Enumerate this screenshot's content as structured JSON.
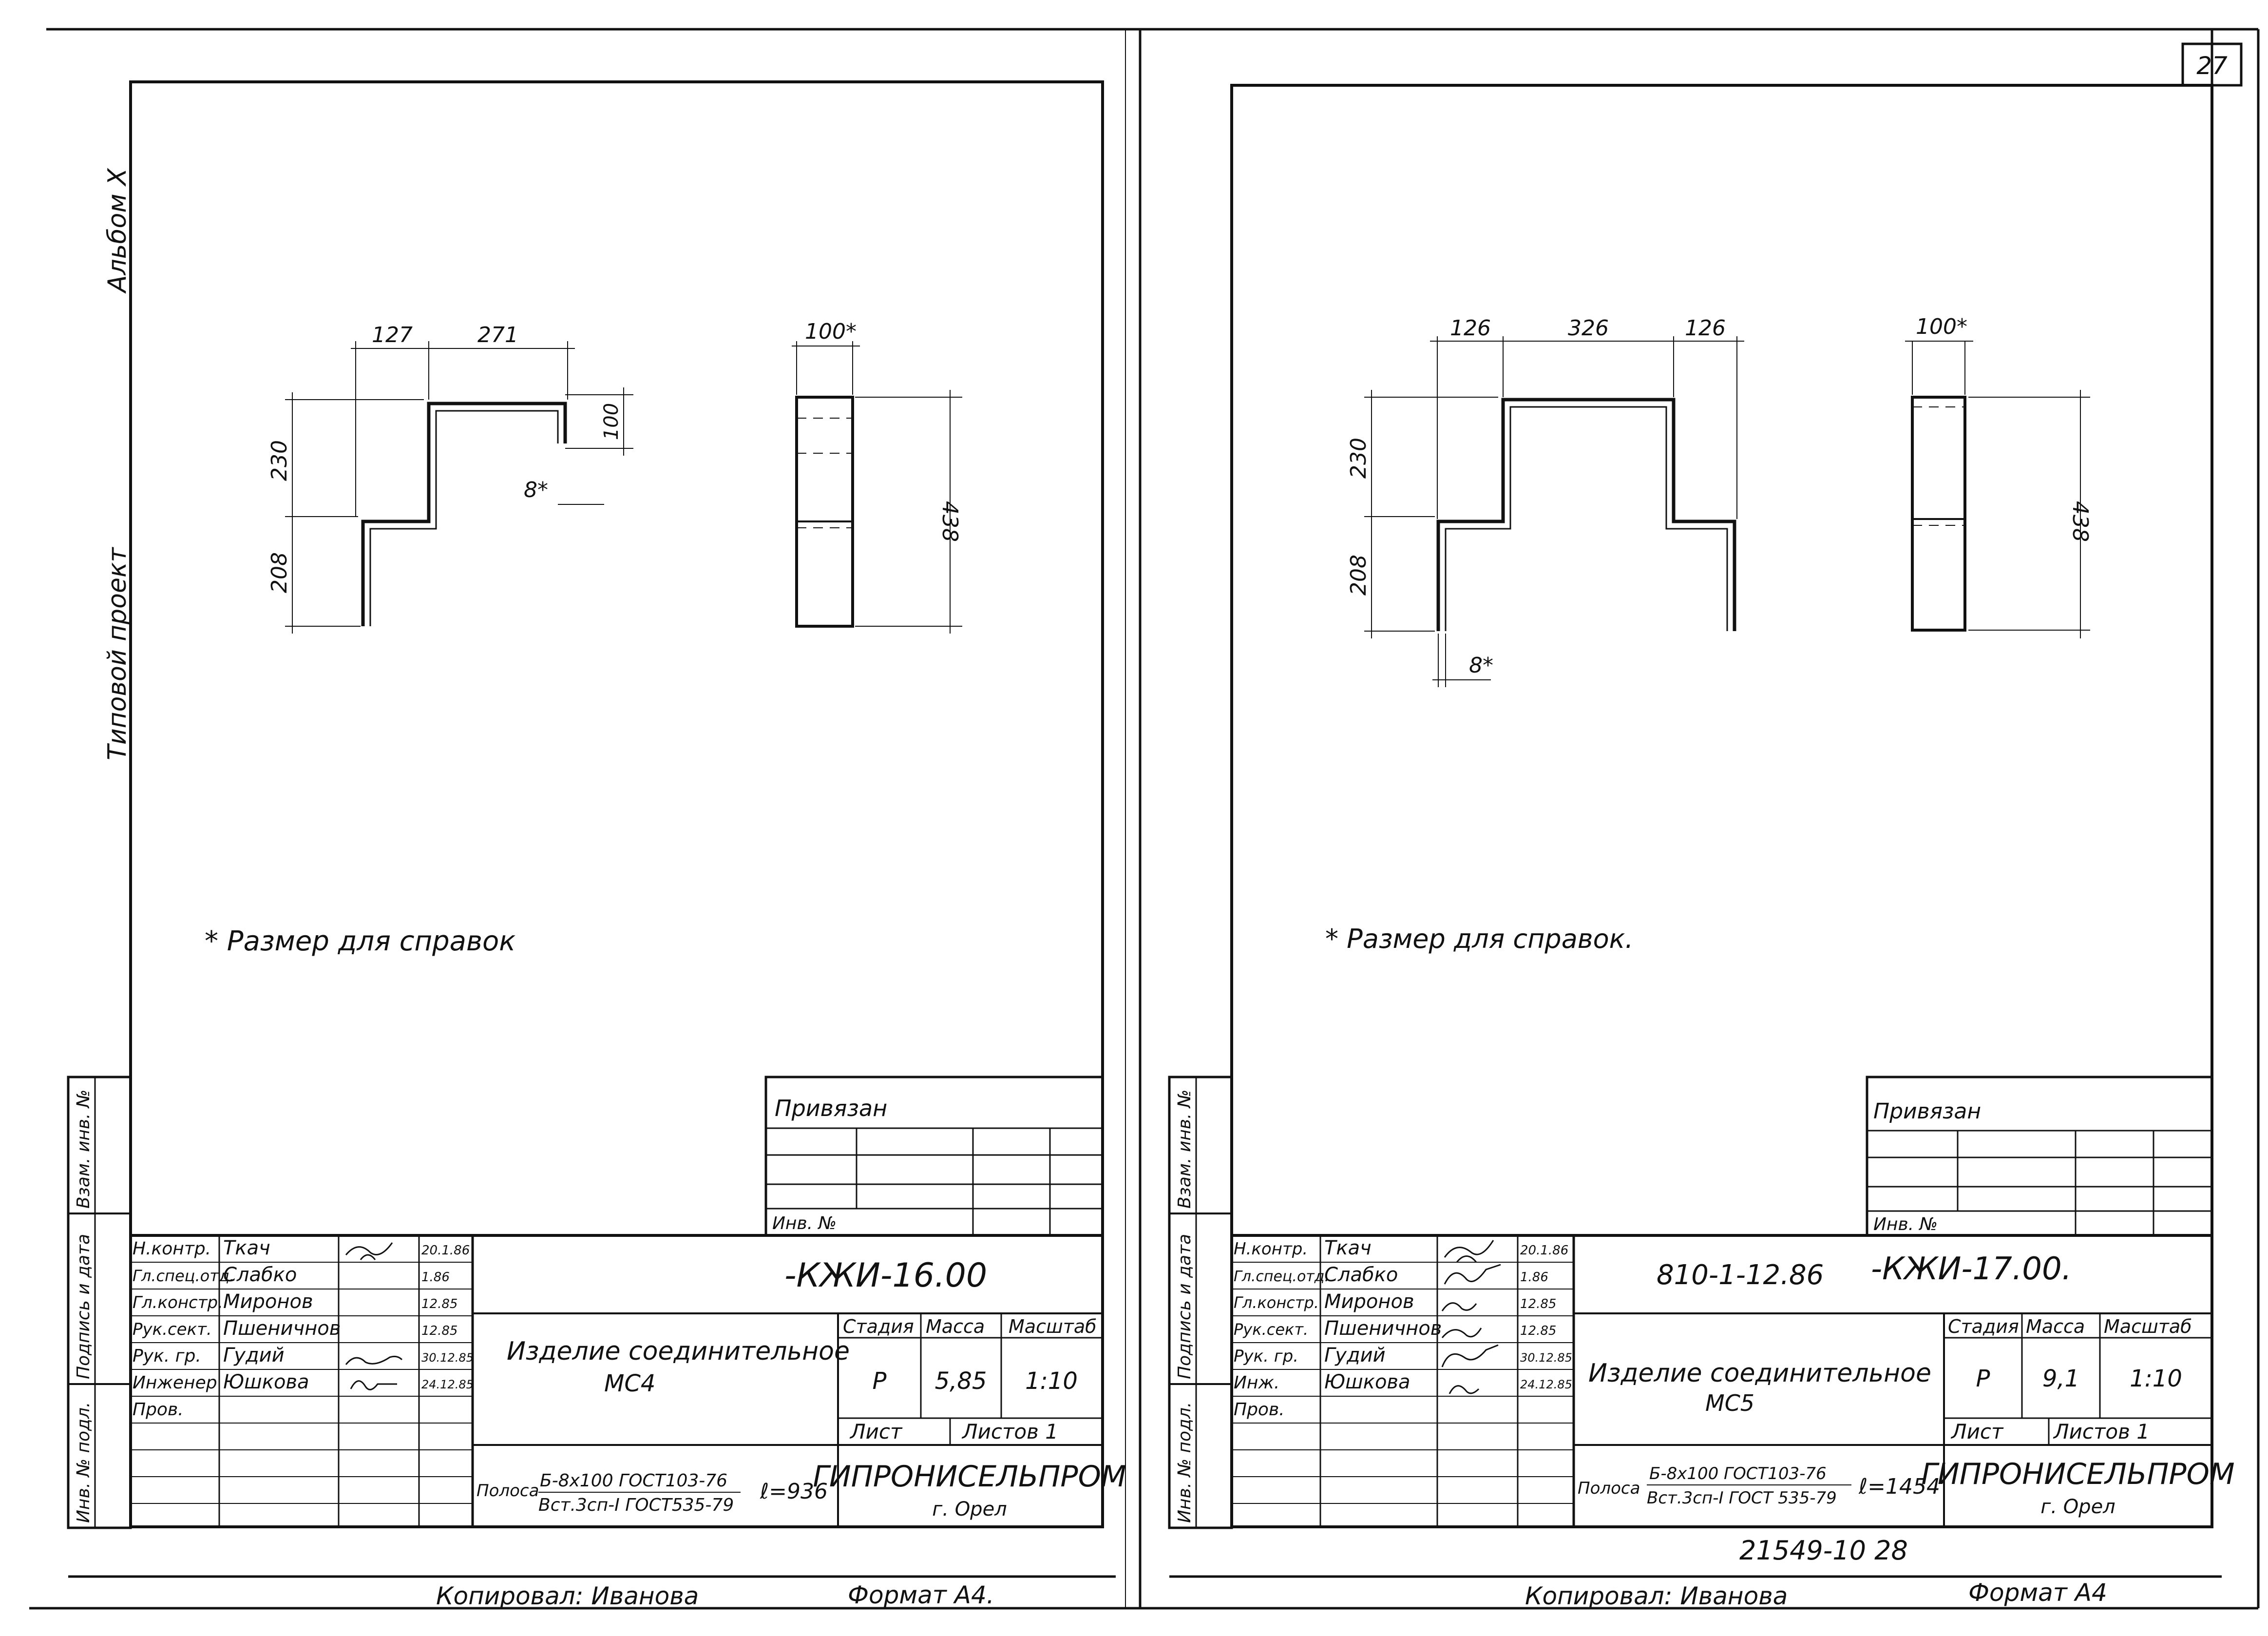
{
  "sheet_number": "27",
  "left_sheet": {
    "side_labels": {
      "album": "Альбом X",
      "project": "Типовой проект"
    },
    "margin_labels": [
      "Взам. инв. №",
      "Подпись и дата",
      "Инв. № подл."
    ],
    "dims": {
      "top_a": "127",
      "top_b": "271",
      "top_c": "100*",
      "left_upper": "230",
      "left_lower": "208",
      "step_h": "100",
      "thickness": "8*",
      "height": "438"
    },
    "note": "* Размер для справок",
    "title_block": {
      "privyazan": "Привязан",
      "inv_no": "Инв. №",
      "staff": [
        {
          "role": "Н.контр.",
          "name": "Ткач",
          "date": "20.1.86"
        },
        {
          "role": "Гл.спец.отд.",
          "name": "Слабко",
          "date": "1.86"
        },
        {
          "role": "Гл.констр.",
          "name": "Миронов",
          "date": "12.85"
        },
        {
          "role": "Рук.сект.",
          "name": "Пшеничнов",
          "date": "12.85"
        },
        {
          "role": "Рук. гр.",
          "name": "Гудий",
          "date": "30.12.85"
        },
        {
          "role": "Инженер",
          "name": "Юшкова",
          "date": "24.12.85"
        },
        {
          "role": "Пров.",
          "name": "",
          "date": ""
        }
      ],
      "code": "-КЖИ-16.00",
      "item_name": "Изделие соединительное",
      "item_mark": "МС4",
      "stage_label": "Стадия",
      "mass_label": "Масса",
      "scale_label": "Масштаб",
      "stage": "Р",
      "mass": "5,85",
      "scale": "1:10",
      "sheet_label": "Лист",
      "sheets_label": "Листов 1",
      "material_prefix": "Полоса",
      "material_top": "Б-8х100 ГОСТ103-76",
      "material_bottom": "Вст.3сп-I ГОСТ535-79",
      "length": "ℓ=936",
      "org": "ГИПРОНИСЕЛЬПРОМ",
      "city": "г. Орел"
    },
    "footer": {
      "copied": "Копировал: Иванова",
      "format": "Формат А4."
    }
  },
  "right_sheet": {
    "margin_labels": [
      "Взам. инв. №",
      "Подпись и дата",
      "Инв. № подл."
    ],
    "dims": {
      "top_a": "126",
      "top_b": "326",
      "top_c": "126",
      "top_d": "100*",
      "left_upper": "230",
      "left_lower": "208",
      "thickness": "8*",
      "height": "438"
    },
    "note": "* Размер для справок.",
    "title_block": {
      "privyazan": "Привязан",
      "inv_no": "Инв. №",
      "staff": [
        {
          "role": "Н.контр.",
          "name": "Ткач",
          "date": "20.1.86"
        },
        {
          "role": "Гл.спец.отд.",
          "name": "Слабко",
          "date": "1.86"
        },
        {
          "role": "Гл.констр.",
          "name": "Миронов",
          "date": "12.85"
        },
        {
          "role": "Рук.сект.",
          "name": "Пшеничнов",
          "date": "12.85"
        },
        {
          "role": "Рук. гр.",
          "name": "Гудий",
          "date": "30.12.85"
        },
        {
          "role": "Инж.",
          "name": "Юшкова",
          "date": "24.12.85"
        },
        {
          "role": "Пров.",
          "name": "",
          "date": ""
        }
      ],
      "project_code": "810-1-12.86",
      "code": "-КЖИ-17.00.",
      "item_name": "Изделие соединительное",
      "item_mark": "МС5",
      "stage_label": "Стадия",
      "mass_label": "Масса",
      "scale_label": "Масштаб",
      "stage": "Р",
      "mass": "9,1",
      "scale": "1:10",
      "sheet_label": "Лист",
      "sheets_label": "Листов 1",
      "material_prefix": "Полоса",
      "material_top": "Б-8х100 ГОСТ103-76",
      "material_bottom": "Вст.3сп-I ГОСТ 535-79",
      "length": "ℓ=1454",
      "org": "ГИПРОНИСЕЛЬПРОМ",
      "city": "г. Орел"
    },
    "archive_number": "21549-10 28",
    "footer": {
      "copied": "Копировал: Иванова",
      "format": "Формат А4"
    }
  }
}
